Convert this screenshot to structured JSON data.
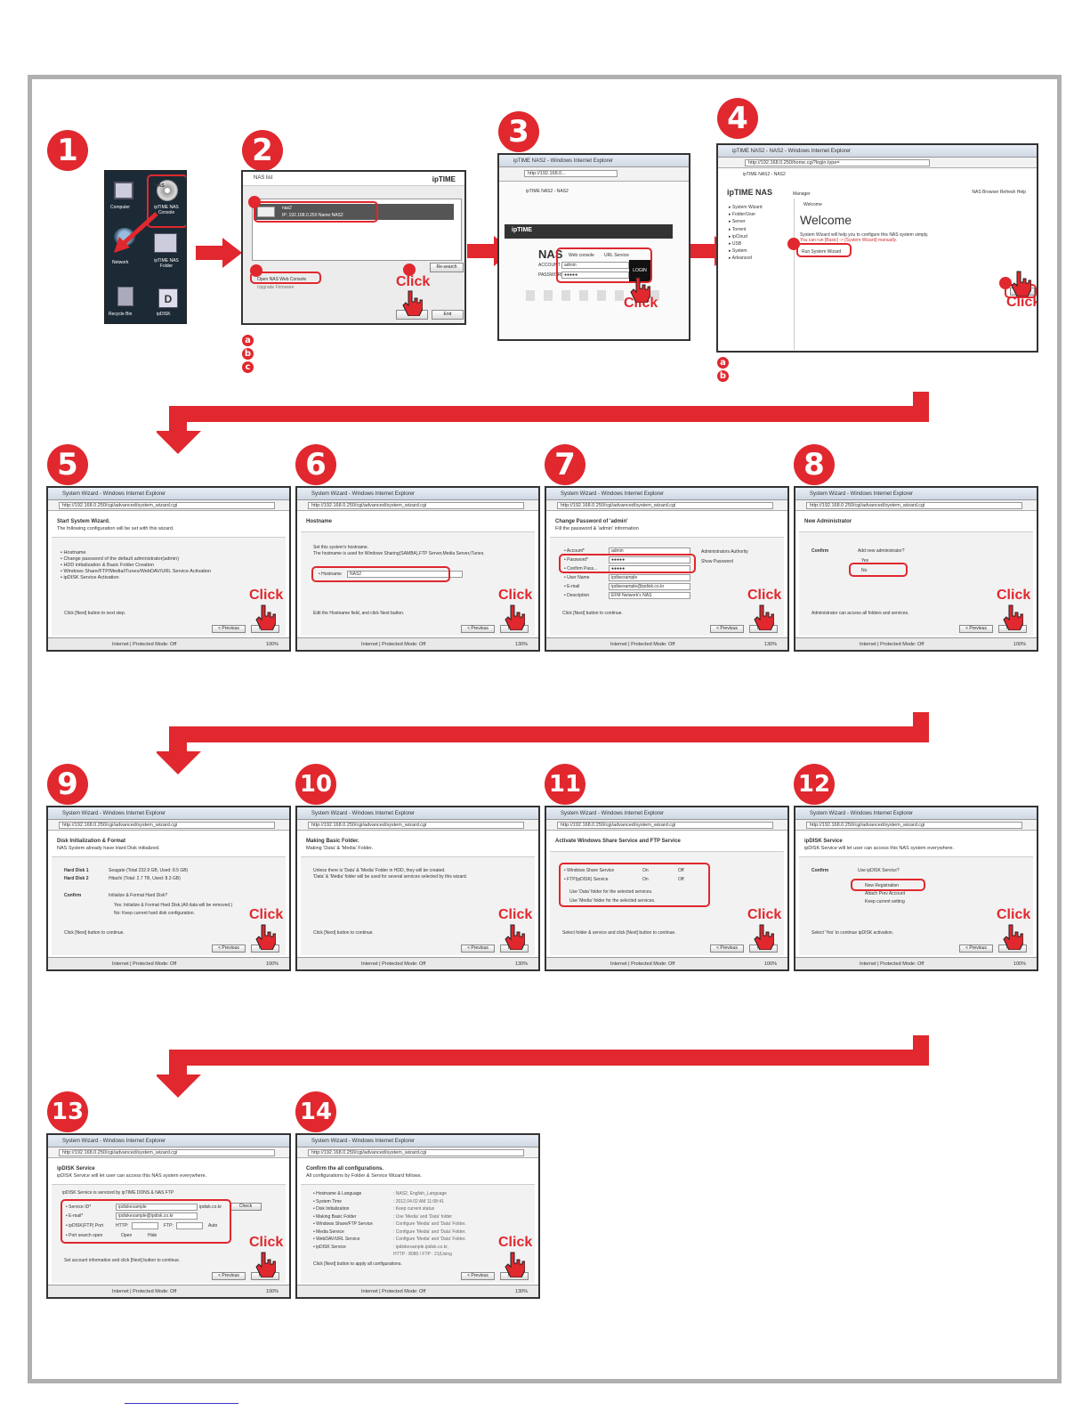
{
  "steps": [
    "1",
    "2",
    "3",
    "4",
    "5",
    "6",
    "7",
    "8",
    "9",
    "10",
    "11",
    "12",
    "13",
    "14"
  ],
  "colors": {
    "accent": "#e0282e",
    "frame": "#b0b0b0"
  },
  "click_label": "Click",
  "sub_letters": {
    "a": "a",
    "b": "b",
    "c": "c"
  },
  "desktop": {
    "computer": "Computer",
    "network": "Network",
    "recycle": "Recycle Bin",
    "nas_console": "ipTIME NAS Console",
    "nas_badge": "NAS",
    "nas_folder": "ipTIME NAS Folder",
    "ipdisk": "ipDISK"
  },
  "nas_list": {
    "title": "NAS list",
    "brand": "ipTIME",
    "item_name": "nas2",
    "item_detail": "IP: 192.168.0.250 Name:NAS2",
    "research": "Re-search",
    "open_console": "Open NAS Web Console",
    "upgrade": "Upgrade Firmware",
    "exit": "Exit",
    "end": "End"
  },
  "login": {
    "title": "ipTIME NAS2 - Windows Internet Explorer",
    "url": "http://192.168.0...",
    "tab": "ipTIME NAS2 - NAS2",
    "brand": "ipTIME",
    "nas": "NAS",
    "web_console": "Web console",
    "url_service": "URL Service",
    "account_label": "ACCOUNT",
    "password_label": "PASSWORD",
    "account": "admin",
    "password": "●●●●●",
    "login_btn": "LOGIN"
  },
  "welcome": {
    "title": "ipTIME NAS2 - NAS2 - Windows Internet Explorer",
    "url": "http://192.168.0.250/home.cgi?login.type=",
    "tab": "ipTIME NAS2 - NAS2",
    "brand": "ipTIME NAS",
    "manager": "Manager",
    "toolbar": "NAS Browser  Refresh  Help",
    "crumb": "Welcome",
    "heading": "Welcome",
    "text1": "System Wizard will help you to configure this NAS system simply.",
    "text2": "You can run [Basic] -> [System Wizard] manually.",
    "run_wizard": "Run System Wizard",
    "menu": [
      "System Wizard",
      "Folder/User",
      "Server",
      "Torrent",
      "ipCloud",
      "USB",
      "System",
      "Advanced"
    ],
    "next": "Next"
  },
  "wizard_common": {
    "title": "System Wizard - Windows Internet Explorer",
    "url": "http://192.168.0.250/cgi/advanced/system_wizard.cgi",
    "status": "Internet | Protected Mode: Off",
    "previous": "< Previous",
    "next": "Next >"
  },
  "s5": {
    "h1": "Start System Wizard.",
    "h2": "The following configuration will be set with this wizard.",
    "items": [
      "• Hostname",
      "• Change password of the default administrator(admin)",
      "• HDD initialization & Basic Folder Creation",
      "• Windows Share/FTP/Media/iTunes/WebDAV/URL Service Activation",
      "• ipDISK Service Activation"
    ],
    "footer": "Click [Next] button to next step.",
    "zoom": "100%"
  },
  "s6": {
    "h1": "Hostname",
    "l1": "Set this system's hostname.",
    "l2": "The hostname is used for Windows Sharing(SAMBA),FTP Server,Media Server,iTunes.",
    "label": "• Hostname",
    "value": "NAS2",
    "footer": "Edit the Hostname field, and click Next button.",
    "zoom": "130%"
  },
  "s7": {
    "h1": "Change Password of 'admin'",
    "h2": "Fill the password & 'admin' information",
    "rows": [
      {
        "label": "• Account*",
        "value": "admin"
      },
      {
        "label": "• Password*",
        "value": "●●●●●"
      },
      {
        "label": "• Confirm Pass...",
        "value": "●●●●●"
      },
      {
        "label": "• User Name",
        "value": "ipdisexample"
      },
      {
        "label": "• E-mail",
        "value": "ipdisexample@ipdisk.co.kr"
      },
      {
        "label": "• Description",
        "value": "EFM Network's NAS"
      }
    ],
    "authority": "Administrators Authority",
    "show_password": "Show Password",
    "footer": "Click [Next] button to continue.",
    "zoom": "130%"
  },
  "s8": {
    "h1": "New Administrator",
    "confirm": "Confirm",
    "question": "Add new administrator?",
    "yes": "Yes",
    "no": "No",
    "footer": "Administrator can access all folders and services.",
    "zoom": "100%"
  },
  "s9": {
    "h1": "Disk Initialization & Format",
    "h2": "NAS System already have Hard Disk initialized.",
    "disk1_label": "Hard Disk 1",
    "disk1": "Seagate (Total 232.9 GB, Used: 8.5 GB)",
    "disk2_label": "Hard Disk 2",
    "disk2": "Hitachi (Total: 2.7 TB, Used: 8.3 GB)",
    "confirm": "Confirm",
    "question": "Initialize & Format Hard Disk?",
    "yes": "Yes: Initialize & Format Hard Disk.(All data will be removed.)",
    "no": "No: Keep current hard disk configuration.",
    "footer": "Click [Next] button to continue.",
    "zoom": "100%"
  },
  "s10": {
    "h1": "Making Basic Folder.",
    "h2": "Making 'Data' & 'Media' Folder.",
    "l1": "Unless there is 'Data' & 'Media' Folder in HDD, they will be created.",
    "l2": "'Data' & 'Media' folder will be used for several services selected by this wizard.",
    "footer": "Click [Next] button to continue.",
    "zoom": "130%"
  },
  "s11": {
    "h1": "Activate Windows Share Service and FTP Service",
    "share": "• Windows Share Service",
    "ftp": "• FTP(ipDISK) Service",
    "on": "On",
    "off": "Off",
    "data_chk": "Use 'Data' folder for the selected services.",
    "media_chk": "Use 'Media' folder for the selected services.",
    "footer": "Select folder & service and click [Next] button to continue.",
    "zoom": "100%"
  },
  "s12": {
    "h1": "ipDISK Service",
    "h2": "ipDISK Service will let user can access this NAS system everywhere.",
    "confirm": "Confirm",
    "question": "Use ipDISK Service?",
    "opt1": "New Registration",
    "opt2": "Attach Prev Account",
    "opt3": "Keep current setting",
    "footer": "Select 'Yes' to continue ipDISK activation.",
    "zoom": "100%"
  },
  "s13": {
    "h1": "ipDISK Service",
    "h2": "ipDISK Service will let user can access this NAS system everywhere.",
    "note": "ipDISK Service is serviced by ipTIME DDNS & NAS FTP",
    "id_label": "• Service ID*",
    "id_value": "ipdiskexample",
    "id_domain": "ipdisk.co.kr",
    "check": "Check",
    "email_label": "• E-mail*",
    "email_value": "ipdiskexample@ipdisk.co.kr",
    "port_label": "• ipDISK(FTP) Port",
    "http": "HTTP:",
    "ftp": "FTP:",
    "auto": "Auto",
    "open_label": "• Port search open",
    "open": "Open",
    "hide": "Hide",
    "footer": "Set account information and click [Next] button to continue.",
    "zoom": "100%"
  },
  "s14": {
    "h1": "Confirm the all configurations.",
    "h2": "All configurations by Folder & Service Wizard follows.",
    "rows": [
      {
        "k": "• Hostname & Language",
        "v": ": NAS2, English_Language"
      },
      {
        "k": "• System Time",
        "v": ": 2012.04.02 AM 11:08:41"
      },
      {
        "k": "• Disk Initialization",
        "v": ": Keep current status"
      },
      {
        "k": "• Making Basic Folder",
        "v": ": Use 'Media' and 'Data' folder"
      },
      {
        "k": "• Windows Share/FTP Service",
        "v": ": Configure 'Media' and 'Data' Folder."
      },
      {
        "k": "• Media Service",
        "v": ": Configure 'Media' and 'Data' Folder."
      },
      {
        "k": "• WebDAV/URL Service",
        "v": ": Configure 'Media' and 'Data' Folder."
      },
      {
        "k": "• ipDISK Service",
        "v": ": ipdiskexample.ipdisk.co.kr,"
      },
      {
        "k": "",
        "v": "  HTTP : 8080 / FTP : 21(Using"
      }
    ],
    "footer": "Click [Next] button to apply all configurations.",
    "zoom": "130%"
  }
}
